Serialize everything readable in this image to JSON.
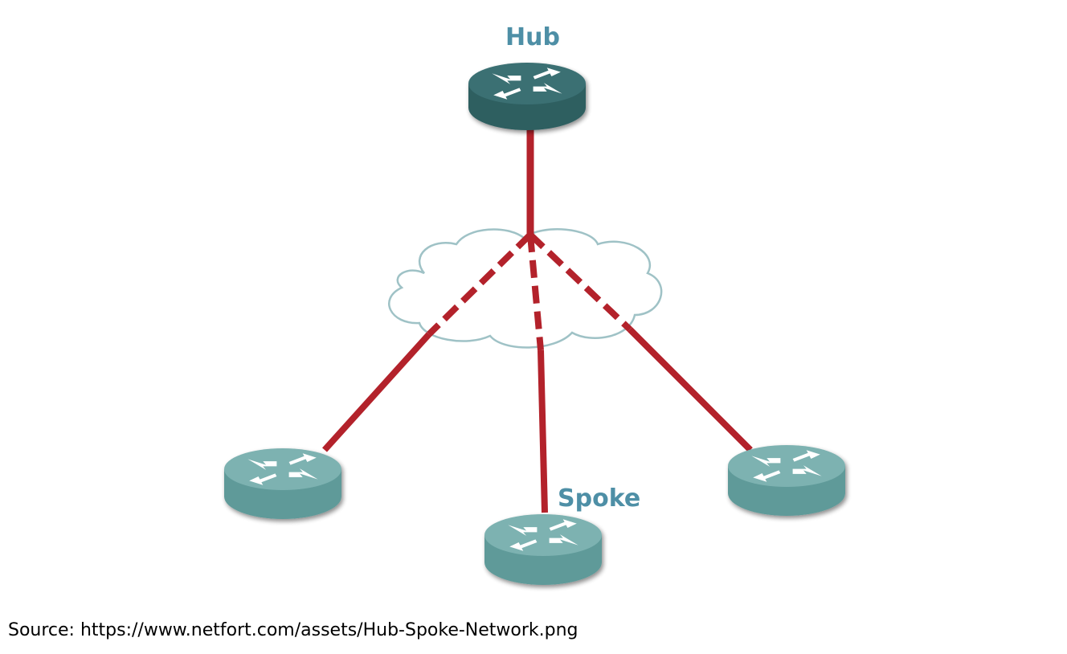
{
  "diagram": {
    "hub": {
      "label": "Hub",
      "body_color": "#2f5e61",
      "top_color": "#3a7073"
    },
    "spoke": {
      "label": "Spoke",
      "body_color": "#5e9a99",
      "top_color": "#7db2b1"
    },
    "link_color": "#b3222b",
    "cloud_stroke_color": "#9fc2c6",
    "icon": "router-icon"
  },
  "footer": {
    "source": "Source: https://www.netfort.com/assets/Hub-Spoke-Network.png"
  }
}
